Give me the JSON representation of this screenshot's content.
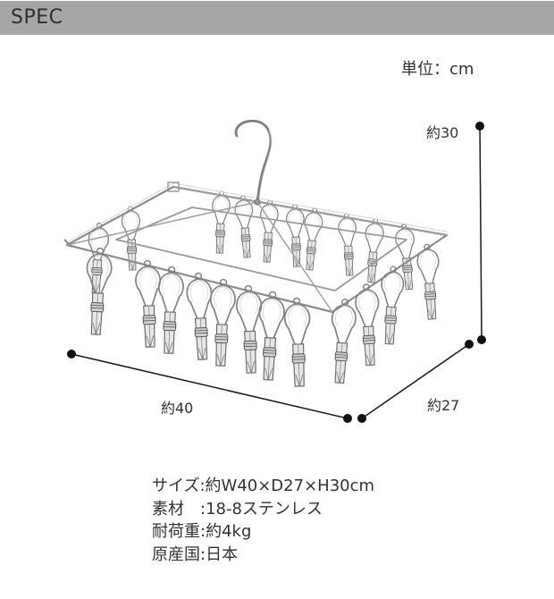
{
  "header": {
    "title": "SPEC"
  },
  "unit_label": "単位：cm",
  "dimensions": {
    "height": "約30",
    "width": "約40",
    "depth": "約27"
  },
  "specs": [
    "サイズ:約W40×D27×H30cm",
    "素材　:18-8ステンレス",
    "耐荷重:約4kg",
    "原産国:日本"
  ],
  "colors": {
    "header_bg": "#a6a6a6",
    "text": "#333333",
    "dimension_line": "#1a1a1a"
  }
}
